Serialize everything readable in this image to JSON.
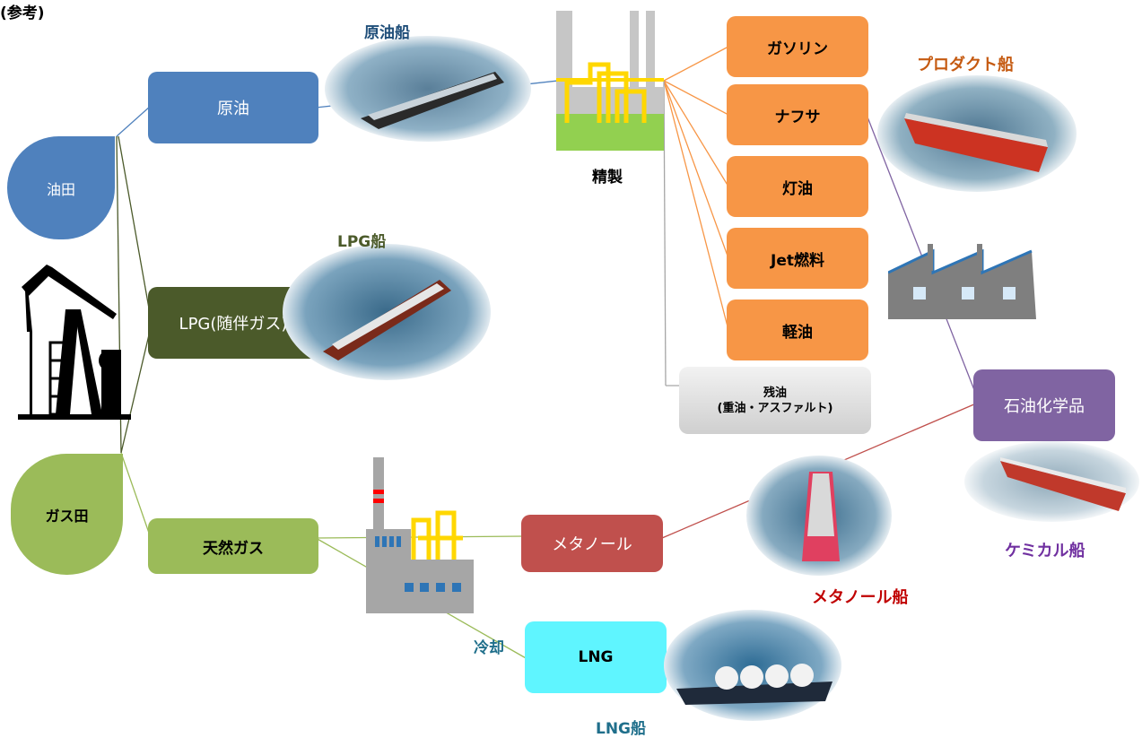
{
  "header": {
    "note": "(参考)"
  },
  "sources": {
    "oil_field": "油田",
    "gas_field": "ガス田"
  },
  "products": {
    "crude": "原油",
    "lpg": "LPG(随伴ガス)",
    "natural_gas": "天然ガス",
    "gasoline": "ガソリン",
    "naphtha": "ナフサ",
    "kerosene": "灯油",
    "jet_fuel": "Jet燃料",
    "diesel": "軽油",
    "residue_line1": "残油",
    "residue_line2": "(重油・アスファルト)",
    "methanol": "メタノール",
    "lng": "LNG",
    "petrochemicals": "石油化学品"
  },
  "process_labels": {
    "refining": "精製",
    "cooling": "冷却"
  },
  "ships": {
    "crude_tanker": "原油船",
    "lpg_carrier": "LPG船",
    "product_tanker": "プロダクト船",
    "methanol_tanker": "メタノール船",
    "chemical_tanker": "ケミカル船",
    "lng_carrier": "LNG船"
  },
  "colors": {
    "oil": "#4f81bd",
    "gas": "#9bbb59",
    "lpg": "#4b5a2a",
    "refined": "#f79646",
    "methanol": "#c0504d",
    "lng": "#5ff5ff",
    "chemical": "#8064a2"
  }
}
